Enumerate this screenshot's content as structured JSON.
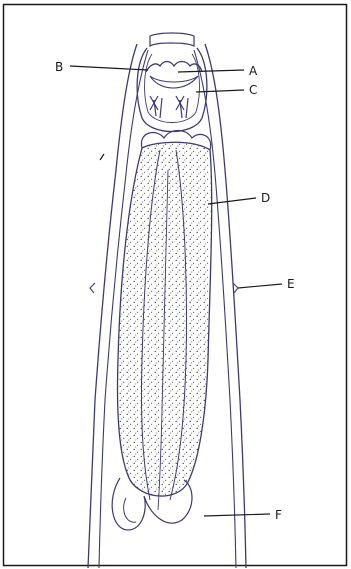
{
  "labels": {
    "a": "A",
    "b": "B",
    "c": "C",
    "d": "D",
    "e": "E",
    "f": "F"
  },
  "colors": {
    "outline": "#3b3a74",
    "ink": "#1b1b1b",
    "border": "#1a1a1a",
    "stipple": "#2f2f2f"
  }
}
